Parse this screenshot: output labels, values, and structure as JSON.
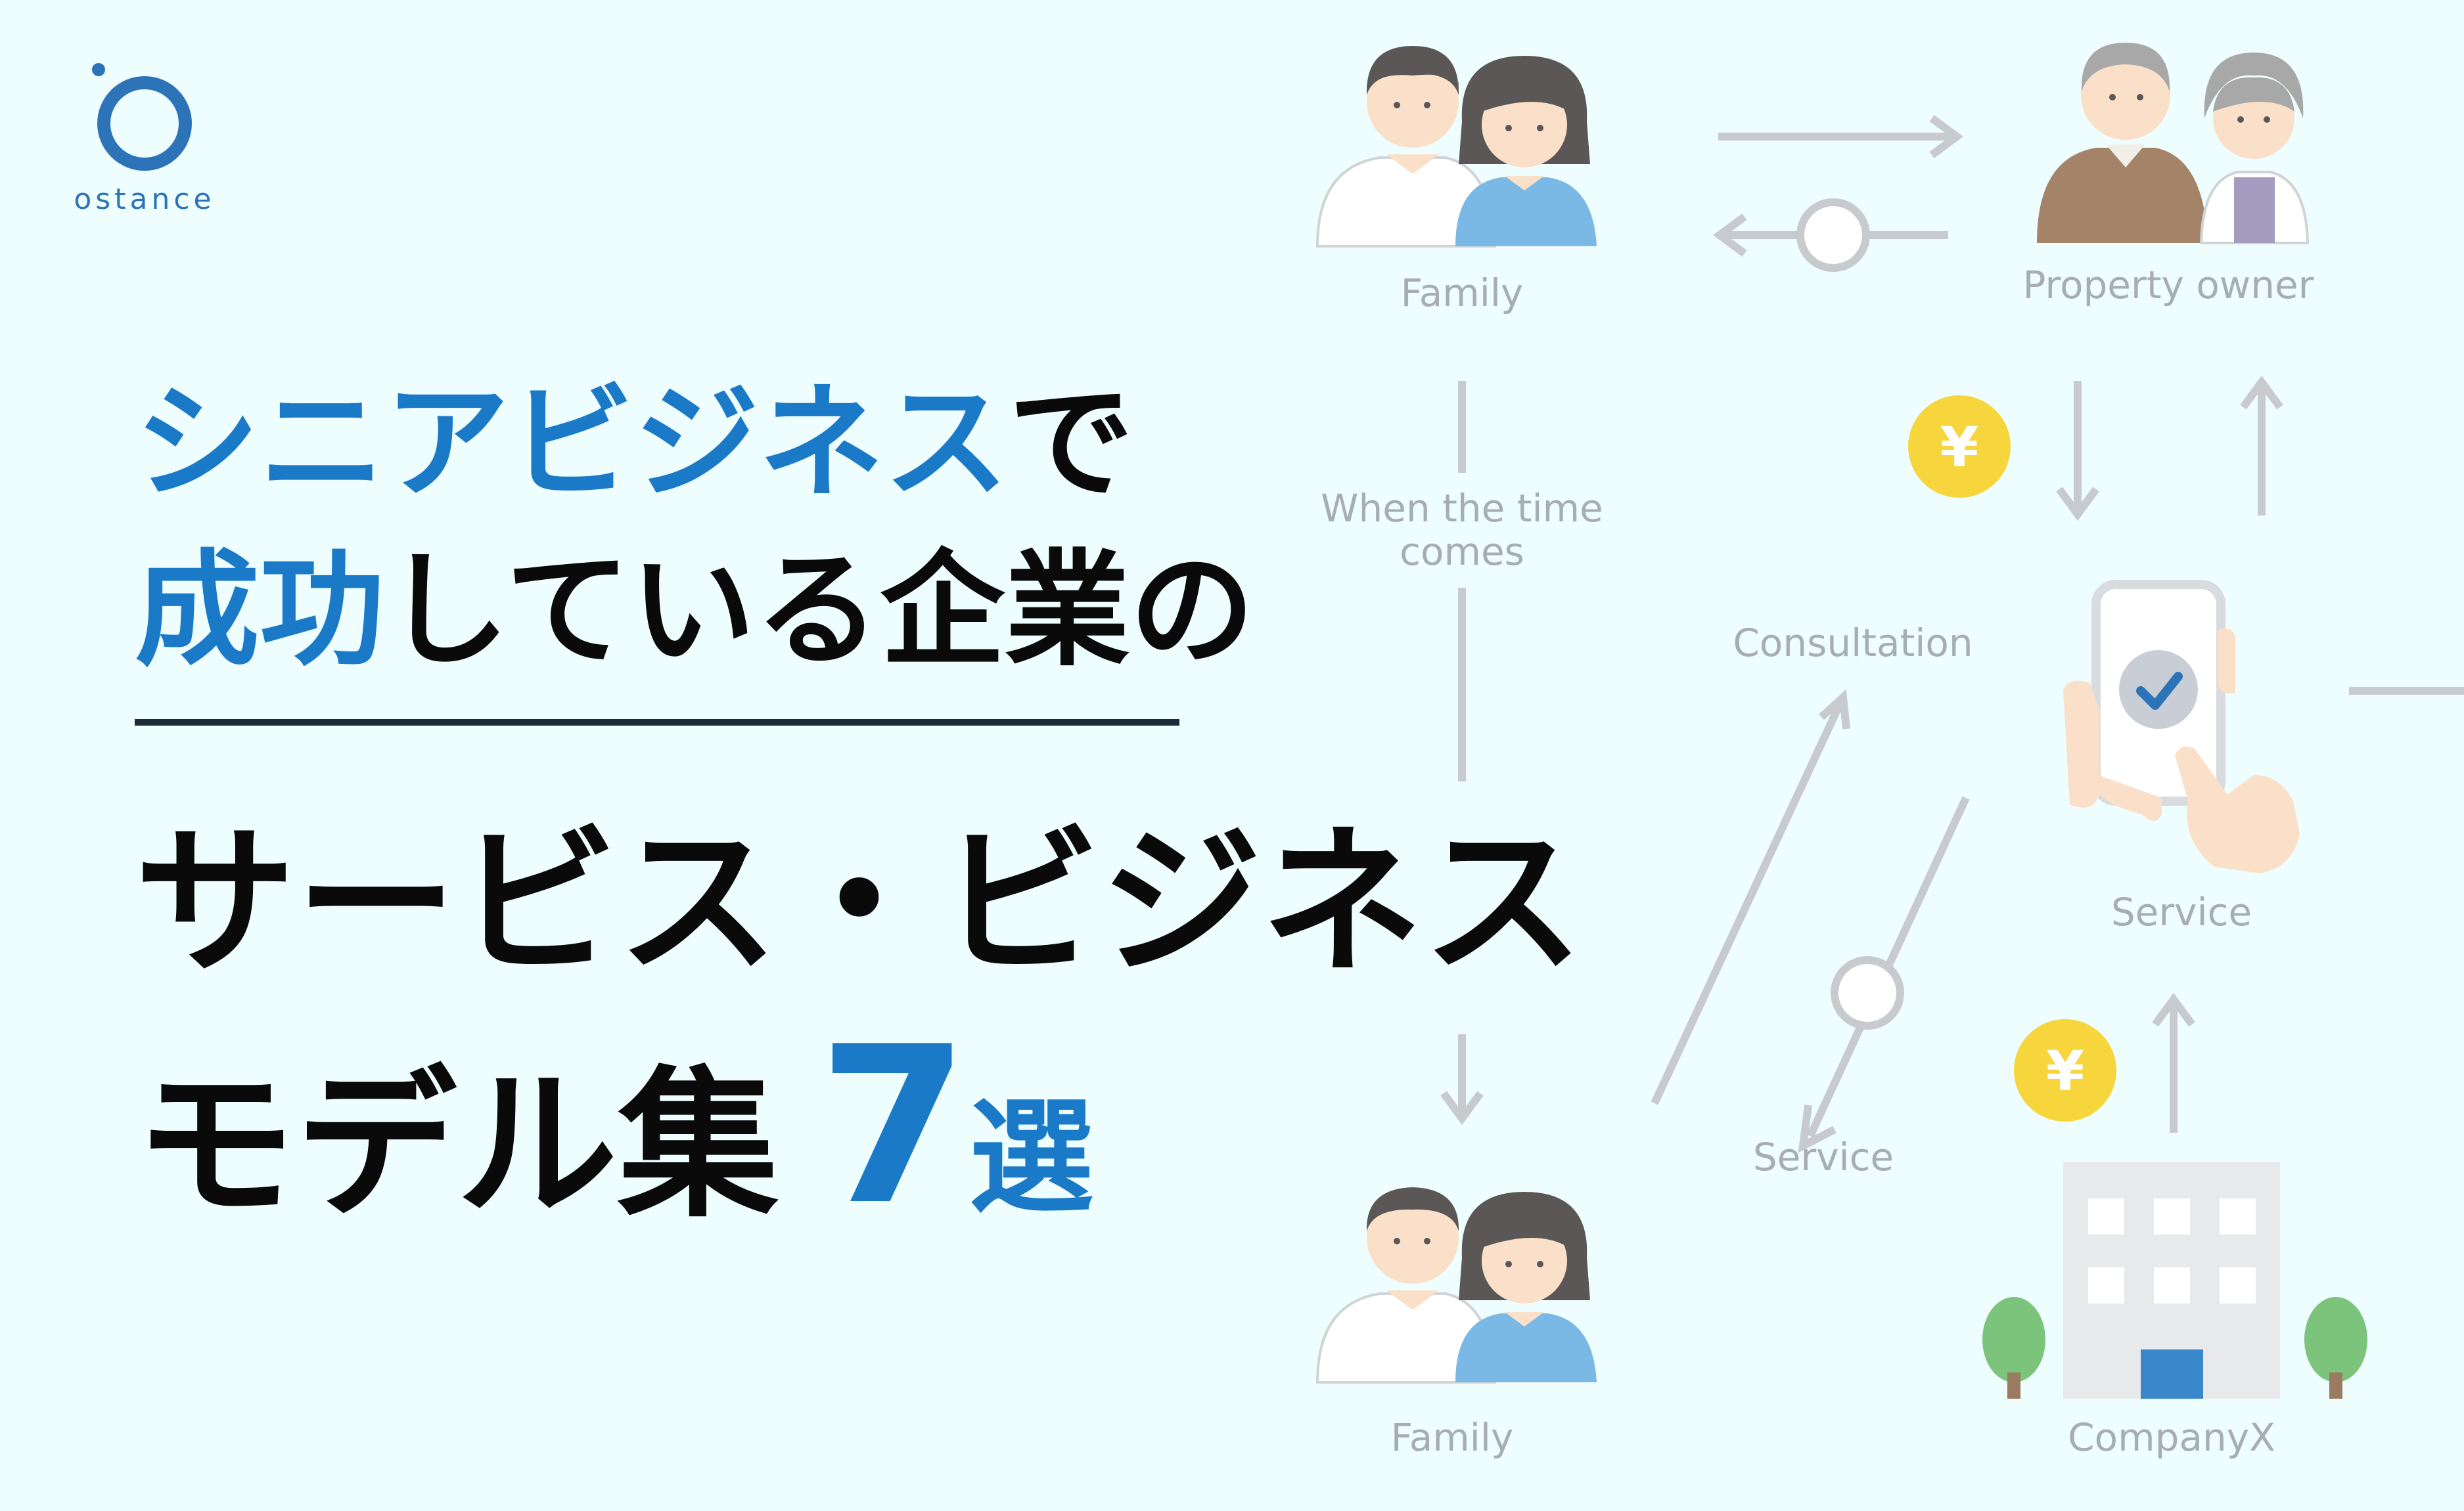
{
  "brand": {
    "name": "ostance"
  },
  "headline": {
    "line1": "シニアビジネスで",
    "line1_blue": "シニアビジネス",
    "line1_rest": "で",
    "line2_blue": "成功",
    "line2_rest": "している企業の",
    "line3": "サービス・ビジネス",
    "line4_text": "モデル集",
    "line4_number": "7",
    "line4_suffix": "選"
  },
  "diagram": {
    "labels": {
      "family_top": "Family",
      "property_owner": "Property owner",
      "when_time_comes_1": "When the time",
      "when_time_comes_2": "comes",
      "consultation": "Consultation",
      "service_right": "Service",
      "service_middle": "Service",
      "family_bottom": "Family",
      "company": "CompanyX"
    },
    "yen_symbol": "¥",
    "icons": [
      "family-icon",
      "elderly-couple-icon",
      "smartphone-hand-icon",
      "yen-coin-icon",
      "office-building-icon",
      "tree-icon",
      "checkmark-icon"
    ]
  },
  "colors": {
    "background": "#eefdfd",
    "accent_blue": "#1a7ac8",
    "text_black": "#0a0a0a",
    "diagram_gray": "#c8cbcd",
    "label_gray": "#a6adb3",
    "yen_yellow": "#f7d53c"
  }
}
